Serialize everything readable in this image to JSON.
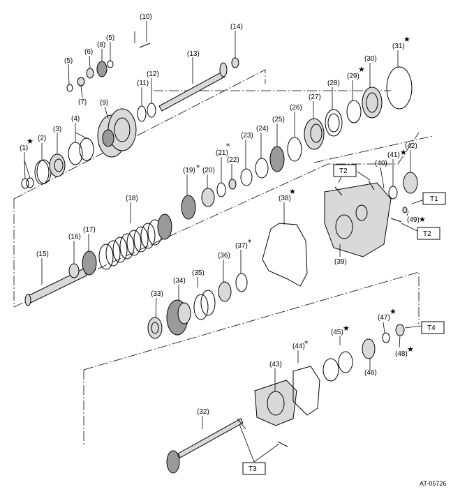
{
  "diagram_code": "AT-05726",
  "star_symbol": "★",
  "asterisk_symbol": "*",
  "parts": [
    {
      "id": "1",
      "label": "(1)",
      "star": true
    },
    {
      "id": "2",
      "label": "(2)"
    },
    {
      "id": "3",
      "label": "(3)"
    },
    {
      "id": "4",
      "label": "(4)"
    },
    {
      "id": "5a",
      "label": "(5)"
    },
    {
      "id": "5b",
      "label": "(5)"
    },
    {
      "id": "6",
      "label": "(6)"
    },
    {
      "id": "7",
      "label": "(7)"
    },
    {
      "id": "8",
      "label": "(8)"
    },
    {
      "id": "9",
      "label": "(9)"
    },
    {
      "id": "10",
      "label": "(10)"
    },
    {
      "id": "11",
      "label": "(11)"
    },
    {
      "id": "12",
      "label": "(12)"
    },
    {
      "id": "13",
      "label": "(13)"
    },
    {
      "id": "14",
      "label": "(14)"
    },
    {
      "id": "15",
      "label": "(15)"
    },
    {
      "id": "16",
      "label": "(16)"
    },
    {
      "id": "17",
      "label": "(17)"
    },
    {
      "id": "18",
      "label": "(18)"
    },
    {
      "id": "19",
      "label": "(19)",
      "asterisk": true
    },
    {
      "id": "20",
      "label": "(20)"
    },
    {
      "id": "21",
      "label": "(21)",
      "asterisk": true
    },
    {
      "id": "22",
      "label": "(22)"
    },
    {
      "id": "23",
      "label": "(23)"
    },
    {
      "id": "24",
      "label": "(24)"
    },
    {
      "id": "25",
      "label": "(25)"
    },
    {
      "id": "26",
      "label": "(26)"
    },
    {
      "id": "27",
      "label": "(27)"
    },
    {
      "id": "28",
      "label": "(28)"
    },
    {
      "id": "29",
      "label": "(29)",
      "star": true
    },
    {
      "id": "30",
      "label": "(30)"
    },
    {
      "id": "31",
      "label": "(31)",
      "star": true
    },
    {
      "id": "32",
      "label": "(32)"
    },
    {
      "id": "33",
      "label": "(33)"
    },
    {
      "id": "34",
      "label": "(34)"
    },
    {
      "id": "35",
      "label": "(35)"
    },
    {
      "id": "36",
      "label": "(36)"
    },
    {
      "id": "37",
      "label": "(37)",
      "asterisk": true
    },
    {
      "id": "38",
      "label": "(38)",
      "star": true
    },
    {
      "id": "39",
      "label": "(39)"
    },
    {
      "id": "40",
      "label": "(40)"
    },
    {
      "id": "41",
      "label": "(41)",
      "star": true
    },
    {
      "id": "42",
      "label": "(42)"
    },
    {
      "id": "43",
      "label": "(43)"
    },
    {
      "id": "44",
      "label": "(44)",
      "asterisk": true
    },
    {
      "id": "45",
      "label": "(45)",
      "star": true
    },
    {
      "id": "46",
      "label": "(46)"
    },
    {
      "id": "47",
      "label": "(47)",
      "star": true
    },
    {
      "id": "48",
      "label": "(48)",
      "star": true
    },
    {
      "id": "49",
      "label": "(49)",
      "star": true
    }
  ],
  "torque_labels": [
    "T1",
    "T2",
    "T2",
    "T3",
    "T4"
  ]
}
